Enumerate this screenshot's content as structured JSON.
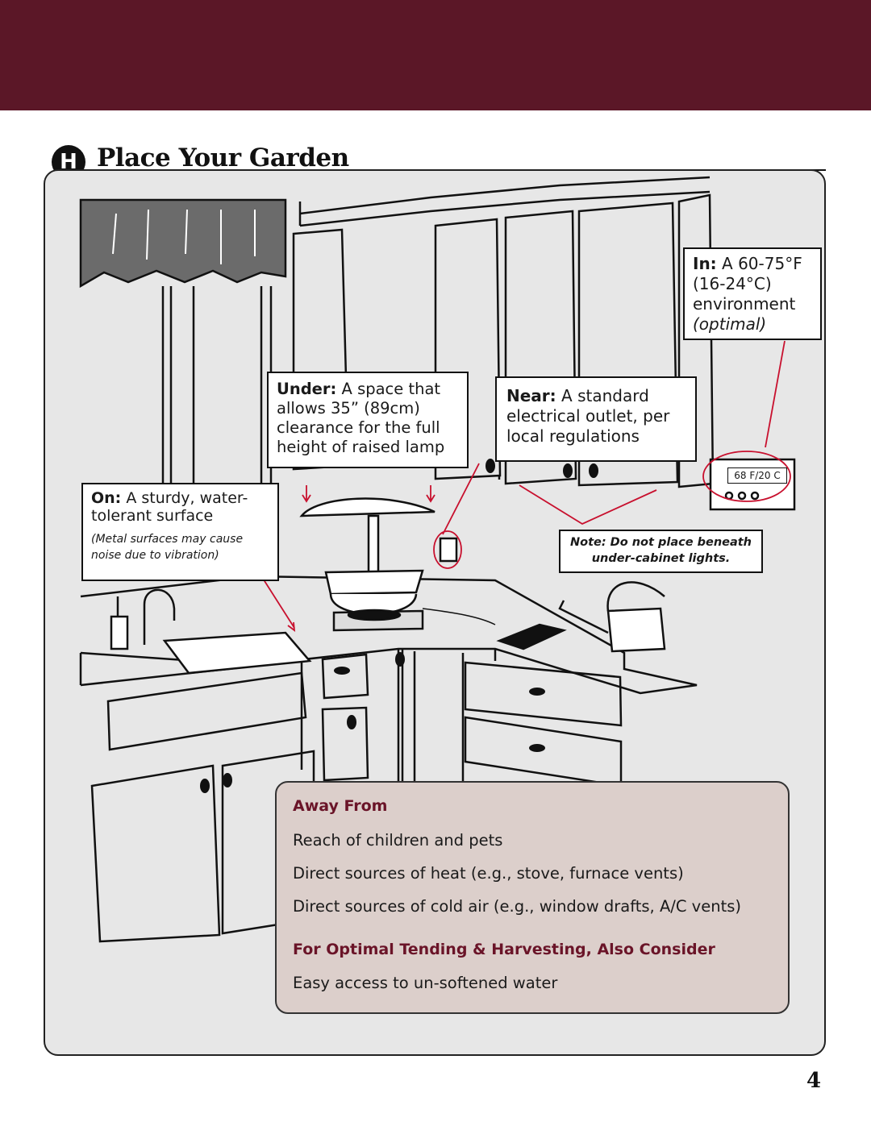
{
  "header": {
    "badge": "H",
    "title": "Place Your Garden"
  },
  "callouts": {
    "under_label": "Under:",
    "under_text": " A space that allows 35” (89cm) clearance for the full height of raised lamp",
    "near_label": "Near:",
    "near_text": " A standard electrical outlet, per local regulations",
    "in_label": "In:",
    "in_text": " A 60-75°F (16-24°C) environment",
    "in_optimal": "(optimal)",
    "on_label": "On:",
    "on_text": " A sturdy, water-tolerant surface",
    "on_note": "(Metal surfaces may cause noise due to vibration)",
    "note_text": "Note: Do not place beneath under-cabinet lights."
  },
  "thermostat": {
    "display": "68 F/20 C"
  },
  "away": {
    "heading": "Away From",
    "items": [
      "Reach of children and pets",
      "Direct sources of heat (e.g., stove, furnace vents)",
      "Direct sources of cold air (e.g., window drafts, A/C vents)"
    ],
    "optimal_heading": "For Optimal Tending & Harvesting, Also Consider",
    "optimal_items": [
      "Easy access to un-softened water"
    ]
  },
  "page_number": "4",
  "colors": {
    "header_bar": "#5b1727",
    "accent_text": "#6a1428",
    "box_fill": "#dccfcb",
    "arrow": "#c8102e"
  }
}
